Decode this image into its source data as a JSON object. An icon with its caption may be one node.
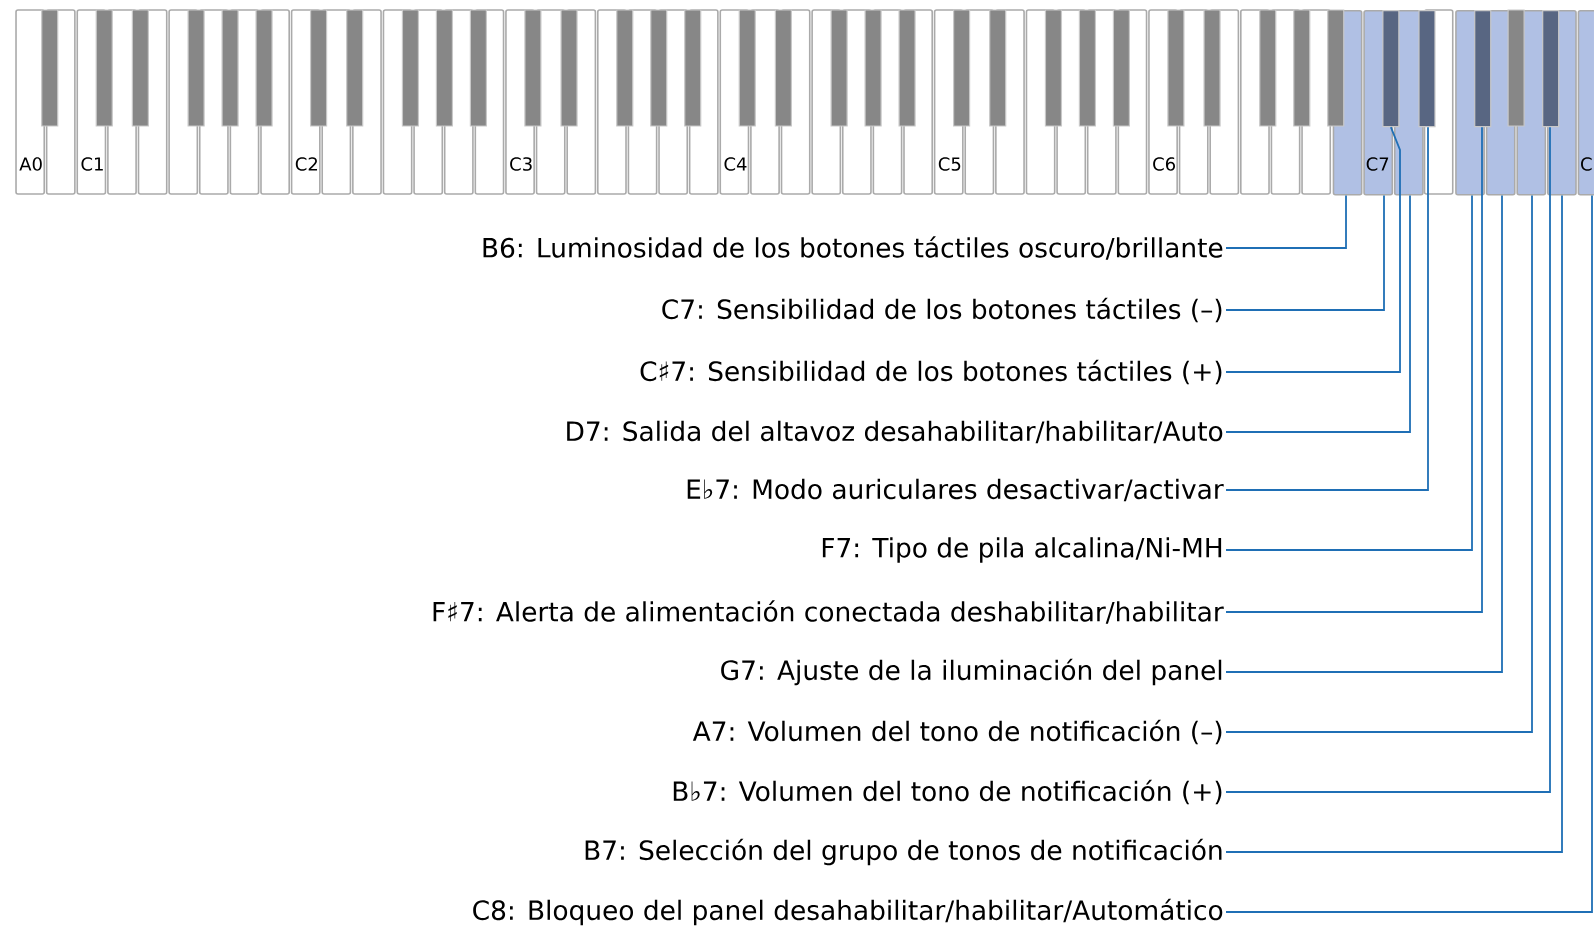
{
  "diagram": {
    "nodes": [
      {
        "text": [
          "B6: Luminosidad de los botones táctiles oscuro/brillante"
        ]
      },
      {
        "text": [
          "C7: Sensibilidad de los botones táctiles (–)"
        ]
      },
      {
        "text": [
          "C♯7: Sensibilidad de los botones táctiles (+)"
        ]
      },
      {
        "text": [
          "D7: Salida del altavoz desahabilitar/habilitar/Auto"
        ]
      },
      {
        "text": [
          "E♭7: Modo auriculares desactivar/activar"
        ]
      },
      {
        "text": [
          "F7: Tipo de pila alcalina/Ni-MH"
        ]
      },
      {
        "text": [
          "F♯7: Alerta de alimentación conectada deshabilitar/habilitar"
        ]
      },
      {
        "text": [
          "G7: Ajuste de la iluminación del panel"
        ]
      },
      {
        "text": [
          "A7: Volumen del tono de notificación (–)"
        ]
      },
      {
        "text": [
          "B♭7: Volumen del tono de notificación (+)"
        ]
      },
      {
        "text": [
          "B7: Selección del grupo de tonos de notificación"
        ]
      },
      {
        "text": [
          "C8: Bloqueo del panel desahabilitar/habilitar/Automático"
        ]
      },
      {
        "text": [],
        "shape": "box"
      },
      {
        "text": [
          "C7"
        ]
      },
      {
        "text": [],
        "shape": "box"
      },
      {
        "text": [],
        "shape": "box"
      },
      {
        "text": [],
        "shape": "box"
      },
      {
        "text": [],
        "shape": "box"
      },
      {
        "text": [],
        "shape": "box"
      },
      {
        "text": [],
        "shape": "box"
      },
      {
        "text": [],
        "shape": "box"
      },
      {
        "text": [],
        "shape": "box"
      },
      {
        "text": [],
        "shape": "box"
      },
      {
        "text": [
          "C"
        ]
      }
    ],
    "edges": [
      {
        "from": 0,
        "to": 12,
        "arrow": "none"
      },
      {
        "from": 1,
        "to": 13,
        "arrow": "none"
      },
      {
        "from": 2,
        "to": 14,
        "arrow": "none"
      },
      {
        "from": 3,
        "to": 15,
        "arrow": "none"
      },
      {
        "from": 4,
        "to": 16,
        "arrow": "none"
      },
      {
        "from": 5,
        "to": 17,
        "arrow": "none"
      },
      {
        "from": 6,
        "to": 18,
        "arrow": "none"
      },
      {
        "from": 7,
        "to": 19,
        "arrow": "none"
      },
      {
        "from": 8,
        "to": 20,
        "arrow": "none"
      },
      {
        "from": 9,
        "to": 21,
        "arrow": "none"
      },
      {
        "from": 10,
        "to": 22,
        "arrow": "none"
      },
      {
        "from": 11,
        "to": 23,
        "arrow": "none"
      }
    ],
    "labels": [
      "A0",
      "C1",
      "C2",
      "C3",
      "C4",
      "C5",
      "C6"
    ]
  }
}
